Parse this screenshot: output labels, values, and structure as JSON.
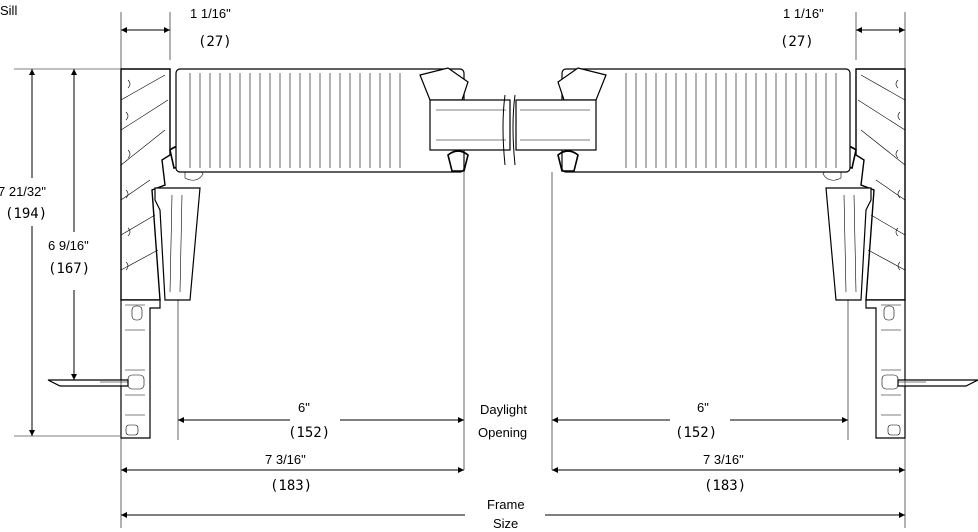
{
  "title": "Sill",
  "dims": {
    "left_top_in": "1 1/16\"",
    "left_top_mm": "(27)",
    "right_top_in": "1 1/16\"",
    "right_top_mm": "(27)",
    "overall_h_in": "7 21/32\"",
    "overall_h_mm": "(194)",
    "inner_h_in": "6 9/16\"",
    "inner_h_mm": "(167)",
    "left_do_in": "6\"",
    "left_do_mm": "(152)",
    "right_do_in": "6\"",
    "right_do_mm": "(152)",
    "daylight_1": "Daylight",
    "daylight_2": "Opening",
    "left_w_in": "7 3/16\"",
    "left_w_mm": "(183)",
    "right_w_in": "7 3/16\"",
    "right_w_mm": "(183)",
    "frame_1": "Frame",
    "frame_2": "Size"
  }
}
